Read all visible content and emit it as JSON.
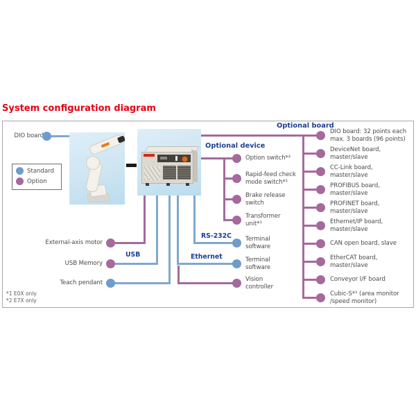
{
  "title": "System configuration diagram",
  "legend": {
    "standard": "Standard",
    "option": "Option"
  },
  "left_items": {
    "dio_board": "DIO board",
    "external_axis_motor": "External-axis motor",
    "usb_memory": "USB Memory",
    "teach_pendant": "Teach pendant"
  },
  "bus_labels": {
    "usb": "USB",
    "rs232c": "RS-232C",
    "ethernet": "Ethernet"
  },
  "optional_device": {
    "header": "Optional device",
    "items": [
      {
        "lines": [
          "Option switch*²"
        ]
      },
      {
        "lines": [
          "Rapid-feed check",
          "mode switch*¹"
        ]
      },
      {
        "lines": [
          "Brake release",
          "switch"
        ]
      },
      {
        "lines": [
          "Transformer",
          "unit*¹"
        ]
      }
    ]
  },
  "terminal_items": [
    {
      "lines": [
        "Terminal",
        "software"
      ]
    },
    {
      "lines": [
        "Terminal",
        "software"
      ]
    },
    {
      "lines": [
        "Vision",
        "controller"
      ]
    }
  ],
  "optional_board": {
    "header": "Optional board",
    "items": [
      {
        "lines": [
          "DIO board: 32 points each",
          "max. 3 boards (96 points)"
        ]
      },
      {
        "lines": [
          "DeviceNet board,",
          "master/slave"
        ]
      },
      {
        "lines": [
          "CC-Link board,",
          "master/slave"
        ]
      },
      {
        "lines": [
          "PROFIBUS board,",
          "master/slave"
        ]
      },
      {
        "lines": [
          "PROFINET board,",
          "master/slave"
        ]
      },
      {
        "lines": [
          "Ethernet/IP board,",
          "master/slave"
        ]
      },
      {
        "lines": [
          "CAN open board, slave"
        ]
      },
      {
        "lines": [
          "EtherCAT board,",
          "master/slave"
        ]
      },
      {
        "lines": [
          "Conveyor I/F board"
        ]
      },
      {
        "lines": [
          "Cubic-S*¹ (area monitor",
          "/speed monitor)"
        ]
      }
    ]
  },
  "footnotes": [
    "*1 E0X only",
    "*2 E7X only"
  ],
  "colors": {
    "title": "#e60012",
    "header": "#1c3f94",
    "standard": "#6d9dc8",
    "option": "#a5699c",
    "line_blue": "#7fa8cd",
    "line_purple": "#a5699c",
    "text": "#4b4b4b",
    "border": "#a8a8a8",
    "panel": "#cfe5f2"
  }
}
